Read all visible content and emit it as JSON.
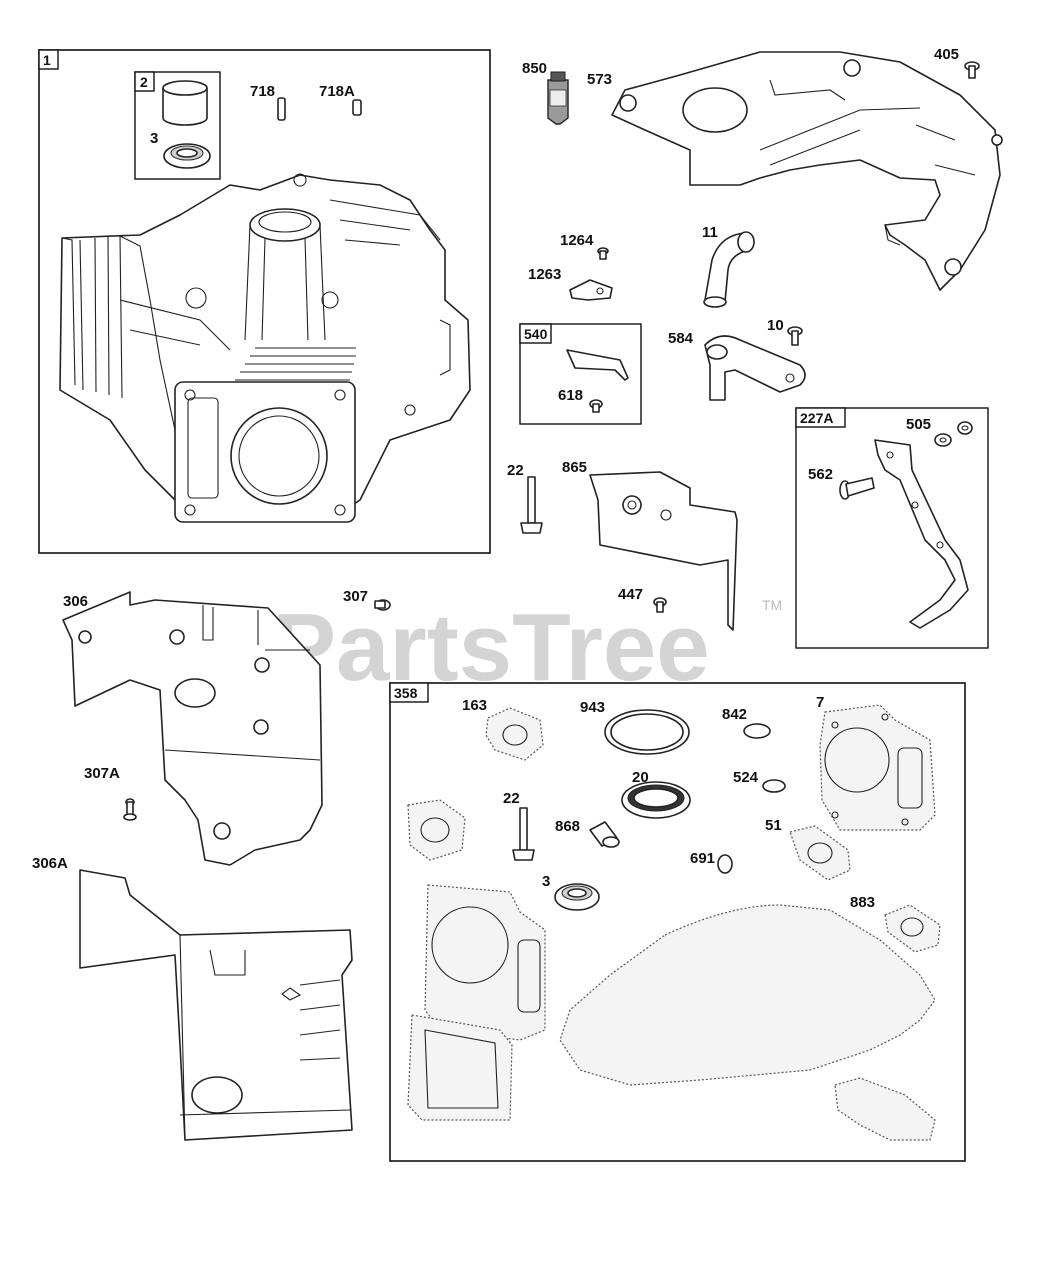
{
  "watermark": {
    "text": "PartsTree",
    "tm": "TM"
  },
  "boxes": {
    "b1": "1",
    "b2": "2",
    "b540": "540",
    "b227A": "227A",
    "b358": "358"
  },
  "labels": {
    "p3a": "3",
    "p718": "718",
    "p718A": "718A",
    "p850": "850",
    "p573": "573",
    "p405": "405",
    "p1264": "1264",
    "p1263": "1263",
    "p11": "11",
    "p618": "618",
    "p10": "10",
    "p584": "584",
    "p22a": "22",
    "p865": "865",
    "p505": "505",
    "p562": "562",
    "p306": "306",
    "p307": "307",
    "p447": "447",
    "p307A": "307A",
    "p306A": "306A",
    "p163": "163",
    "p943": "943",
    "p842": "842",
    "p7": "7",
    "p20": "20",
    "p524": "524",
    "p22b": "22",
    "p868": "868",
    "p51": "51",
    "p691": "691",
    "p3b": "3",
    "p883": "883"
  },
  "colors": {
    "line": "#222222",
    "watermark": "#c9c9c9",
    "tube": "#9a9a9a"
  }
}
